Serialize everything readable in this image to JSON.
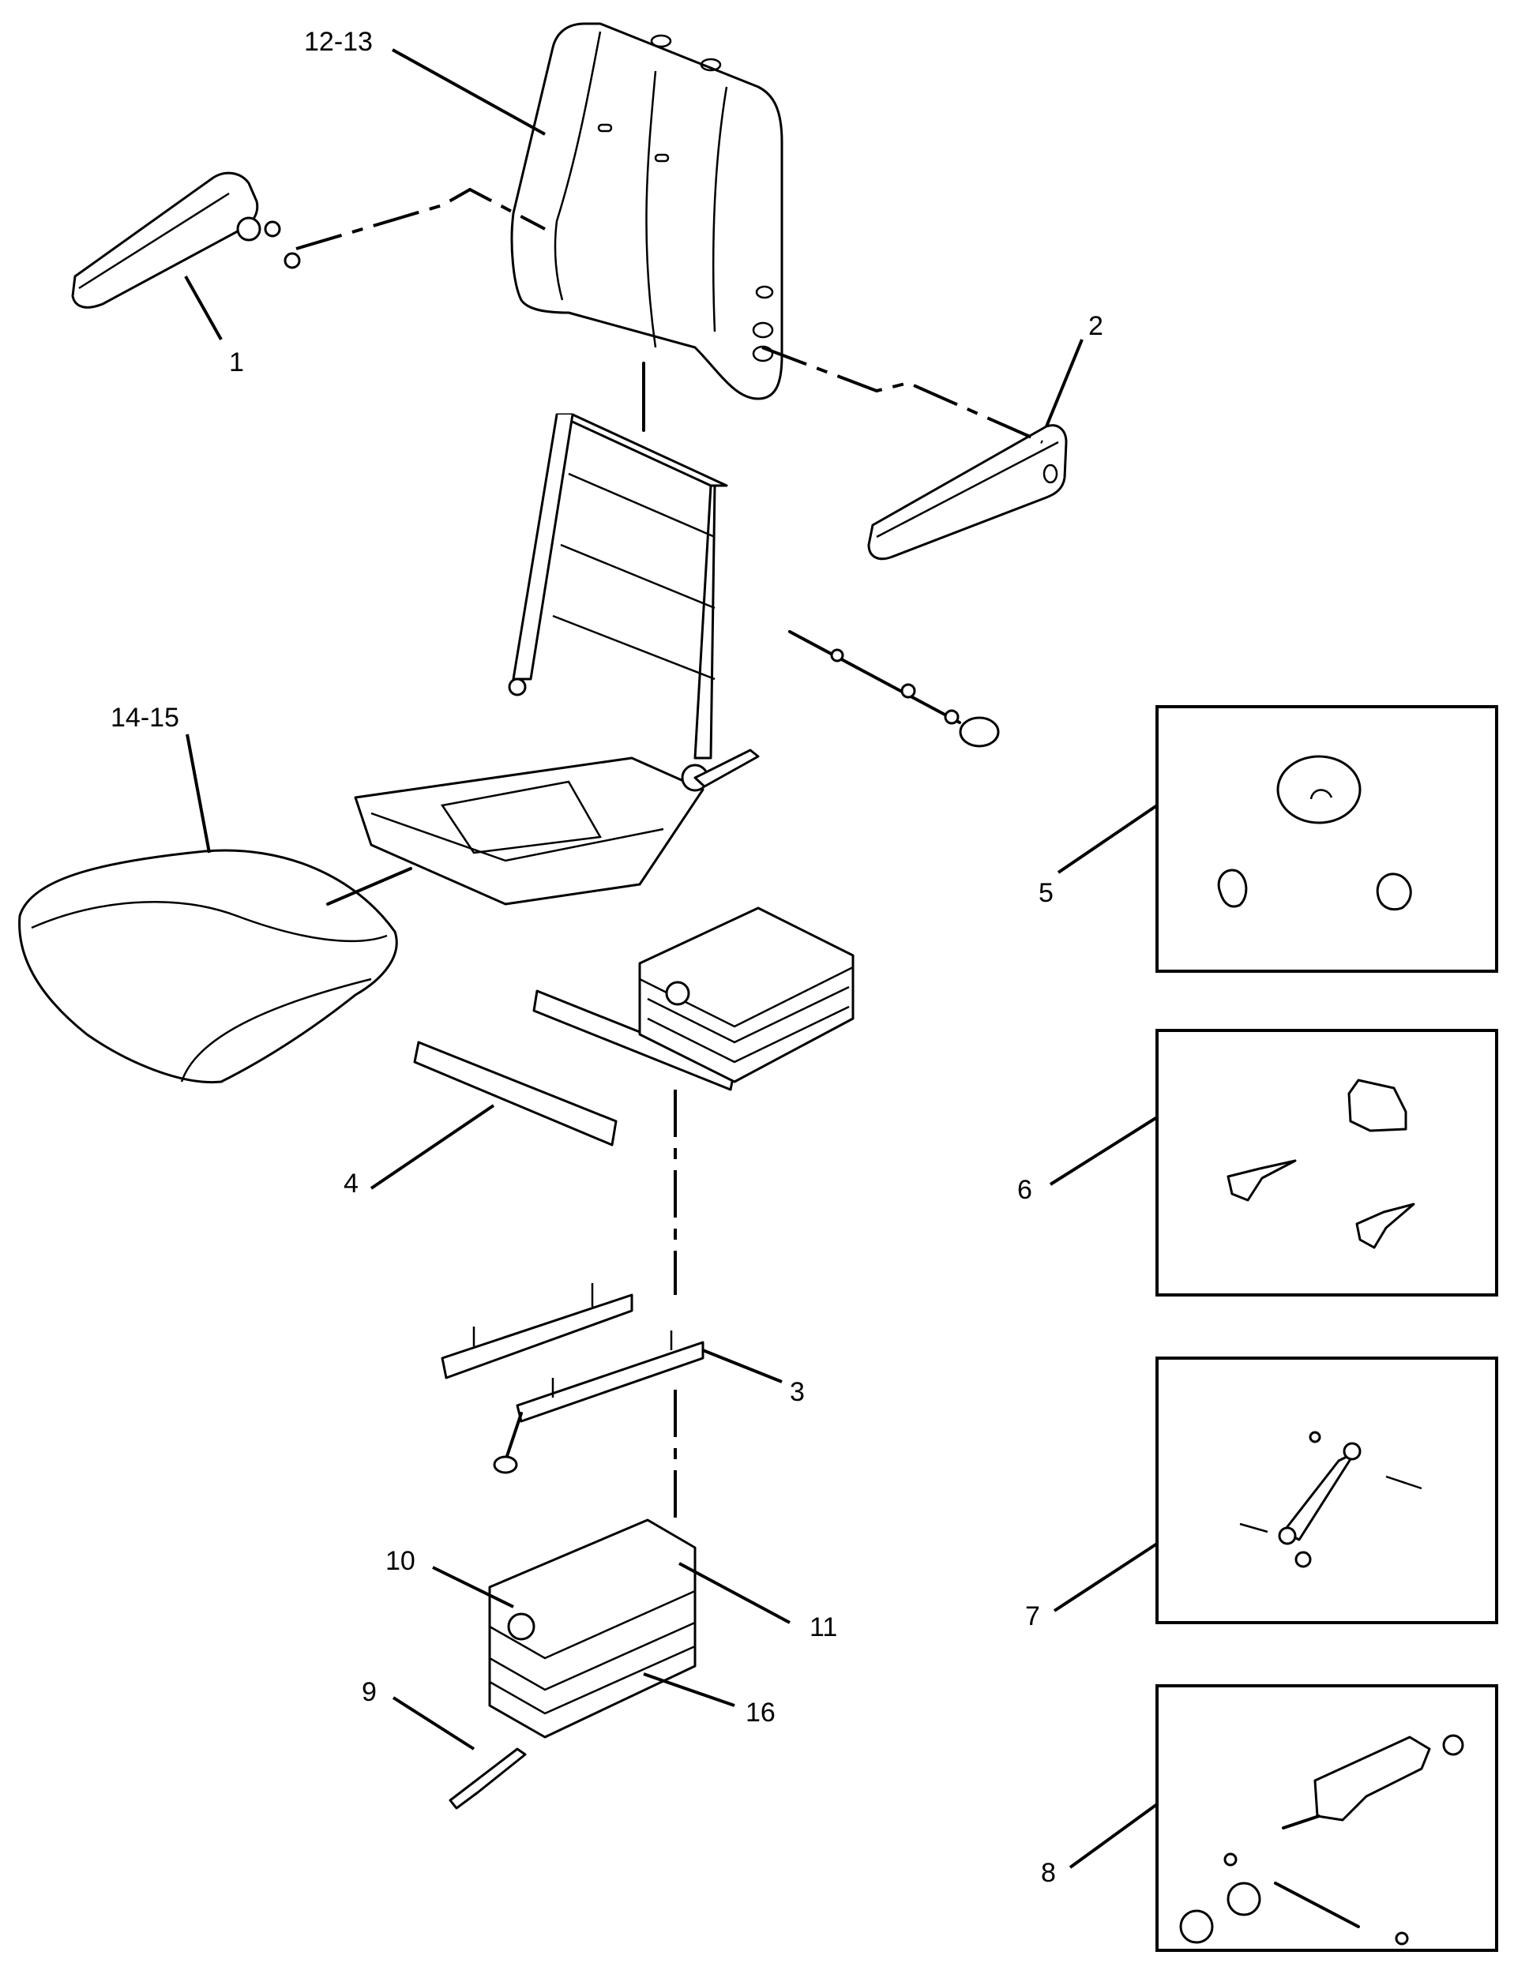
{
  "diagram": {
    "callouts": [
      {
        "id": "c1",
        "text": "1"
      },
      {
        "id": "c2",
        "text": "2"
      },
      {
        "id": "c3",
        "text": "3"
      },
      {
        "id": "c4",
        "text": "4"
      },
      {
        "id": "c5",
        "text": "5"
      },
      {
        "id": "c6",
        "text": "6"
      },
      {
        "id": "c7",
        "text": "7"
      },
      {
        "id": "c8",
        "text": "8"
      },
      {
        "id": "c9",
        "text": "9"
      },
      {
        "id": "c10",
        "text": "10"
      },
      {
        "id": "c11",
        "text": "11"
      },
      {
        "id": "c12",
        "text": "12-13"
      },
      {
        "id": "c14",
        "text": "14-15"
      },
      {
        "id": "c16",
        "text": "16"
      }
    ]
  }
}
